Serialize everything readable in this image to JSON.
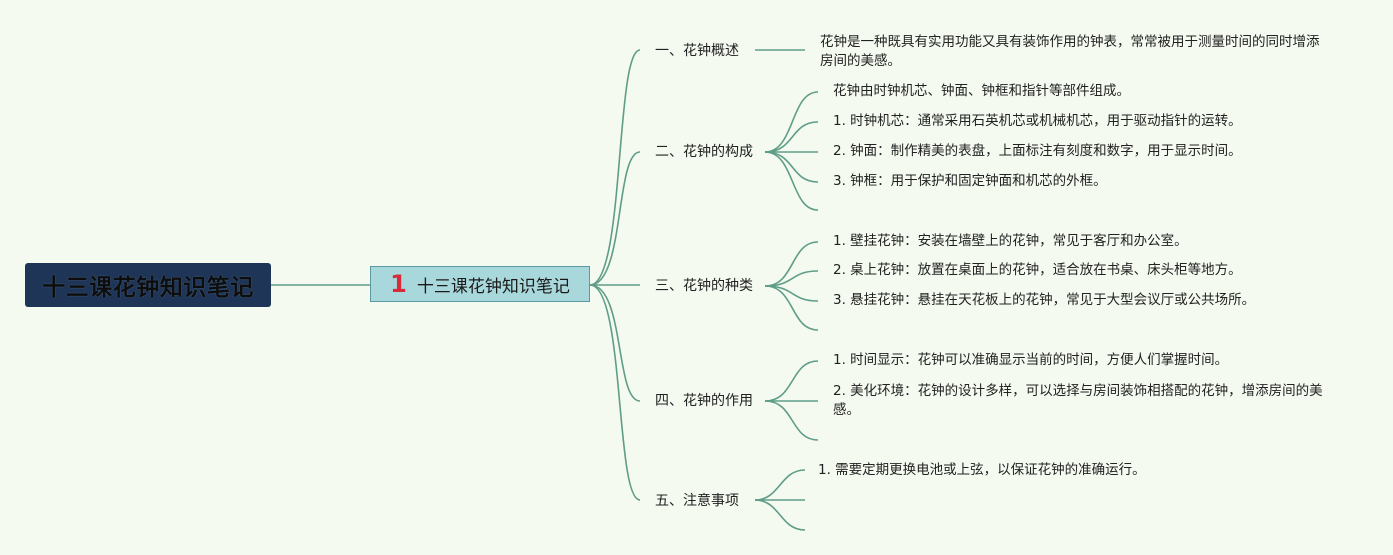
{
  "root": {
    "title": "十三课花钟知识笔记"
  },
  "center": {
    "number": "1",
    "title": "十三课花钟知识笔记"
  },
  "sections": [
    {
      "label": "一、花钟概述",
      "items": [
        "花钟是一种既具有实用功能又具有装饰作用的钟表，常常被用于测量时间的同时增添房间的美感。"
      ]
    },
    {
      "label": "二、花钟的构成",
      "items": [
        "花钟由时钟机芯、钟面、钟框和指针等部件组成。",
        "1. 时钟机芯：通常采用石英机芯或机械机芯，用于驱动指针的运转。",
        "2. 钟面：制作精美的表盘，上面标注有刻度和数字，用于显示时间。",
        "3. 钟框：用于保护和固定钟面和机芯的外框。"
      ]
    },
    {
      "label": "三、花钟的种类",
      "items": [
        "1. 壁挂花钟：安装在墙壁上的花钟，常见于客厅和办公室。",
        "2. 桌上花钟：放置在桌面上的花钟，适合放在书桌、床头柜等地方。",
        "3. 悬挂花钟：悬挂在天花板上的花钟，常见于大型会议厅或公共场所。"
      ]
    },
    {
      "label": "四、花钟的作用",
      "items": [
        "1. 时间显示：花钟可以准确显示当前的时间，方便人们掌握时间。",
        "2. 美化环境：花钟的设计多样，可以选择与房间装饰相搭配的花钟，增添房间的美感。"
      ]
    },
    {
      "label": "五、注意事项",
      "items": [
        "1. 需要定期更换电池或上弦，以保证花钟的准确运行。"
      ]
    }
  ],
  "colors": {
    "line": "#5f9d88",
    "root_bg": "#1e3557",
    "center_bg": "#a9d8dc",
    "accent": "#d72a3c"
  }
}
